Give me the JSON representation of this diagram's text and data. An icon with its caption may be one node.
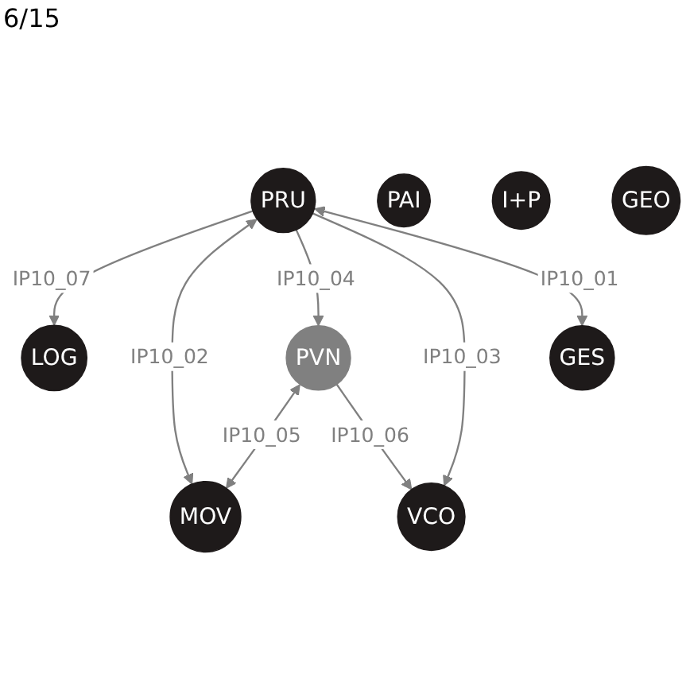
{
  "diagram": {
    "nodes": [
      {
        "text": [
          "PRU"
        ]
      },
      {
        "text": [
          "PAI"
        ]
      },
      {
        "text": [
          "I+P"
        ]
      },
      {
        "text": [
          "LOG"
        ]
      },
      {
        "text": [
          "PVN"
        ]
      },
      {
        "text": [
          "GEO"
        ]
      },
      {
        "text": [
          "MOV"
        ]
      },
      {
        "text": [
          "VCO"
        ]
      },
      {
        "text": [
          "GES"
        ]
      }
    ],
    "edges": [
      {
        "from": 0,
        "to": 3,
        "arrow": "to",
        "label": "IP10_07"
      },
      {
        "from": 0,
        "to": 6,
        "arrow": "both",
        "label": "IP10_02"
      },
      {
        "from": 0,
        "to": 4,
        "arrow": "to",
        "label": "IP10_04"
      },
      {
        "from": 0,
        "to": 7,
        "arrow": "to",
        "label": "IP10_03"
      },
      {
        "from": 4,
        "to": 6,
        "arrow": "both",
        "label": "IP10_05"
      },
      {
        "from": 4,
        "to": 7,
        "arrow": "to",
        "label": "IP10_06"
      },
      {
        "from": 0,
        "to": 8,
        "arrow": "both",
        "label": "IP10_01"
      }
    ],
    "labels": [
      "6/15"
    ]
  }
}
